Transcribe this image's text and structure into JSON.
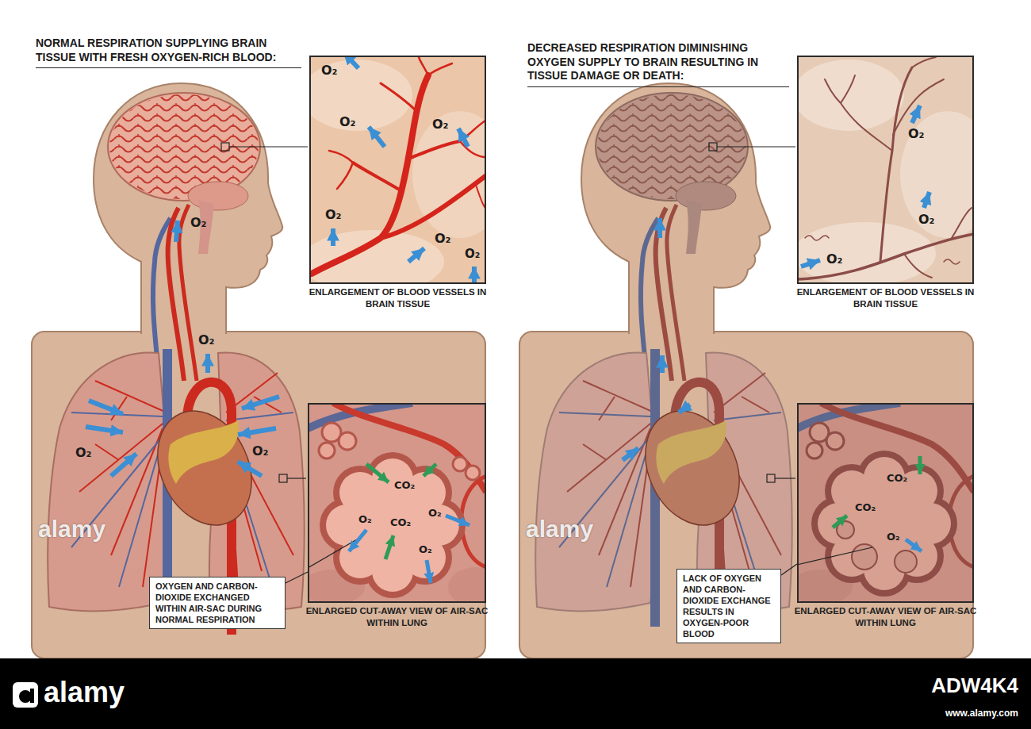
{
  "diagram": {
    "nodes": [
      {
        "text": [
          "ENLARGEMENT OF BLOOD VESSELS IN BRAIN TISSUE"
        ]
      },
      {
        "text": [
          "ENLARGED CUT-AWAY VIEW OF AIR-SAC WITHIN LUNG"
        ]
      },
      {
        "text": [
          "OXYGEN AND CARBON-DIOXIDE EXCHANGED WITHIN AIR-SAC DURING NORMAL RESPIRATION"
        ]
      },
      {
        "text": [
          "ENLARGEMENT OF BLOOD VESSELS IN BRAIN TISSUE"
        ]
      },
      {
        "text": [
          "ENLARGED CUT-AWAY VIEW OF AIR-SAC WITHIN LUNG"
        ]
      },
      {
        "text": [
          "LACK OF OXYGEN AND CARBON-DIOXIDE EXCHANGE RESULTS IN OXYGEN-POOR BLOOD"
        ]
      }
    ],
    "edges": [
      {
        "from": 2,
        "to": 1,
        "arrow": "none"
      },
      {
        "from": 5,
        "to": 4,
        "arrow": "none"
      }
    ],
    "labels": [
      "NORMAL RESPIRATION SUPPLYING BRAIN TISSUE WITH FRESH OXYGEN-RICH BLOOD:",
      "O₂",
      "O₂",
      "O₂",
      "O₂",
      "O₂",
      "O₂",
      "O₂",
      "O₂",
      "O₂",
      "O₂",
      "CO₂",
      "O₂",
      "O₂",
      "CO₂",
      "O₂",
      "DECREASED RESPIRATION DIMINISHING OXYGEN SUPPLY TO BRAIN RESULTING IN TISSUE DAMAGE OR DEATH:",
      "O₂",
      "O₂",
      "O₂",
      "CO₂",
      "CO₂",
      "O₂",
      "alamy",
      "alamy",
      "alamy",
      "ADW4K4",
      "www.alamy.com"
    ]
  }
}
